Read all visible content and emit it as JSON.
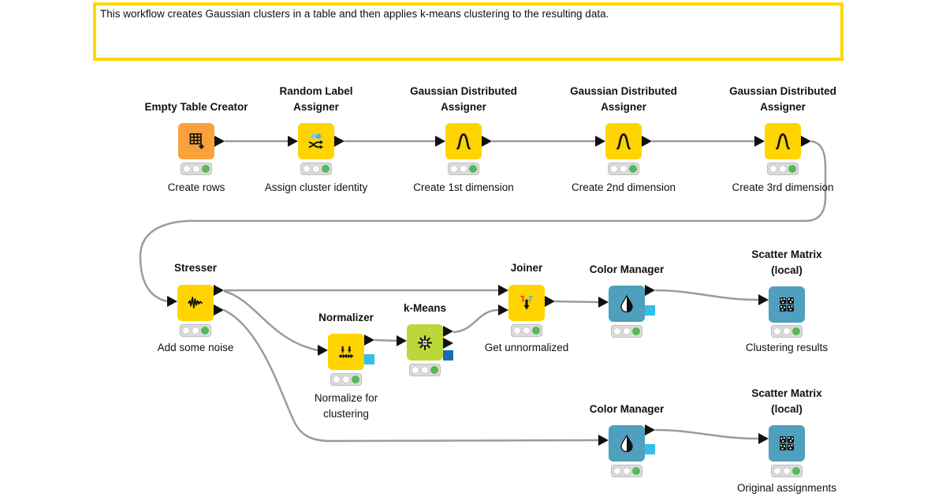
{
  "annotation": {
    "text": "This workflow creates Gaussian clusters in a table and then applies k-means clustering to the resulting data."
  },
  "colors": {
    "annotation-yellow": "#FFD800",
    "node-yellow": "#FFD401",
    "node-orange": "#F9A13D",
    "node-lime": "#BCD73A",
    "node-teal": "#4F9FBE",
    "wire-grey": "#9B9B9B",
    "port-cyan": "#35BEE8",
    "port-blue": "#1D6CB1",
    "status-green": "#57B857",
    "tl-bg": "#DCDCDC",
    "tl-border": "#BDBDBD",
    "dot-border": "#C6C6C6",
    "icon-blue-light": "#7FCBE8",
    "icon-blue": "#55AFD6",
    "joiner-red": "#E5484D",
    "joiner-blue": "#57AEE0"
  },
  "nodes": [
    {
      "title": "Empty Table Creator",
      "caption": "Create rows",
      "icon": "table-plus-icon",
      "status": "executed"
    },
    {
      "title": "Random Label\nAssigner",
      "caption": "Assign cluster identity",
      "icon": "shuffle-icon",
      "status": "executed"
    },
    {
      "title": "Gaussian Distributed\nAssigner",
      "caption": "Create 1st dimension",
      "icon": "gaussian-curve-icon",
      "status": "executed"
    },
    {
      "title": "Gaussian Distributed\nAssigner",
      "caption": "Create 2nd dimension",
      "icon": "gaussian-curve-icon",
      "status": "executed"
    },
    {
      "title": "Gaussian Distributed\nAssigner",
      "caption": "Create 3rd dimension",
      "icon": "gaussian-curve-icon",
      "status": "executed"
    },
    {
      "title": "Stresser",
      "caption": "Add some noise",
      "icon": "noise-wave-icon",
      "status": "executed"
    },
    {
      "title": "Normalizer",
      "caption": "Normalize for\nclustering",
      "icon": "normalizer-axis-icon",
      "status": "executed"
    },
    {
      "title": "k-Means",
      "caption": "",
      "icon": "cluster-burst-icon",
      "status": "executed"
    },
    {
      "title": "Joiner",
      "caption": "Get unnormalized",
      "icon": "join-arrows-icon",
      "status": "executed"
    },
    {
      "title": "Color Manager",
      "caption": "",
      "icon": "color-drop-icon",
      "status": "executed"
    },
    {
      "title": "Scatter Matrix\n(local)",
      "caption": "Clustering results",
      "icon": "scatter-matrix-icon",
      "status": "executed"
    },
    {
      "title": "Color Manager",
      "caption": "",
      "icon": "color-drop-icon",
      "status": "executed"
    },
    {
      "title": "Scatter Matrix\n(local)",
      "caption": "Original assignments",
      "icon": "scatter-matrix-icon",
      "status": "executed"
    }
  ]
}
